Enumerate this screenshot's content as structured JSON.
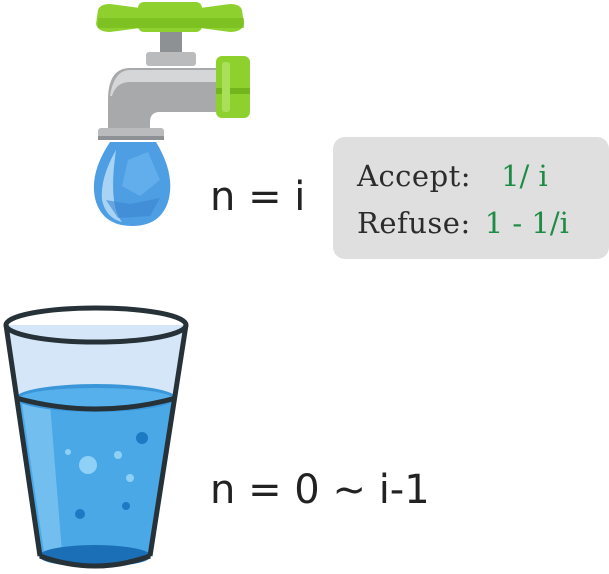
{
  "tap": {
    "equation": "n = i"
  },
  "glass": {
    "equation": "n = 0 ~ i-1"
  },
  "probabilities": {
    "accept_label": "Accept:",
    "accept_value": "1/ i",
    "refuse_label": "Refuse:",
    "refuse_value": "1 - 1/i"
  },
  "colors": {
    "handle_green": "#8ed12e",
    "pipe_gray": "#a7a9ab",
    "water_blue": "#3aa0e6",
    "probability_green": "#1e8c44",
    "box_gray": "#dfdfdf"
  }
}
